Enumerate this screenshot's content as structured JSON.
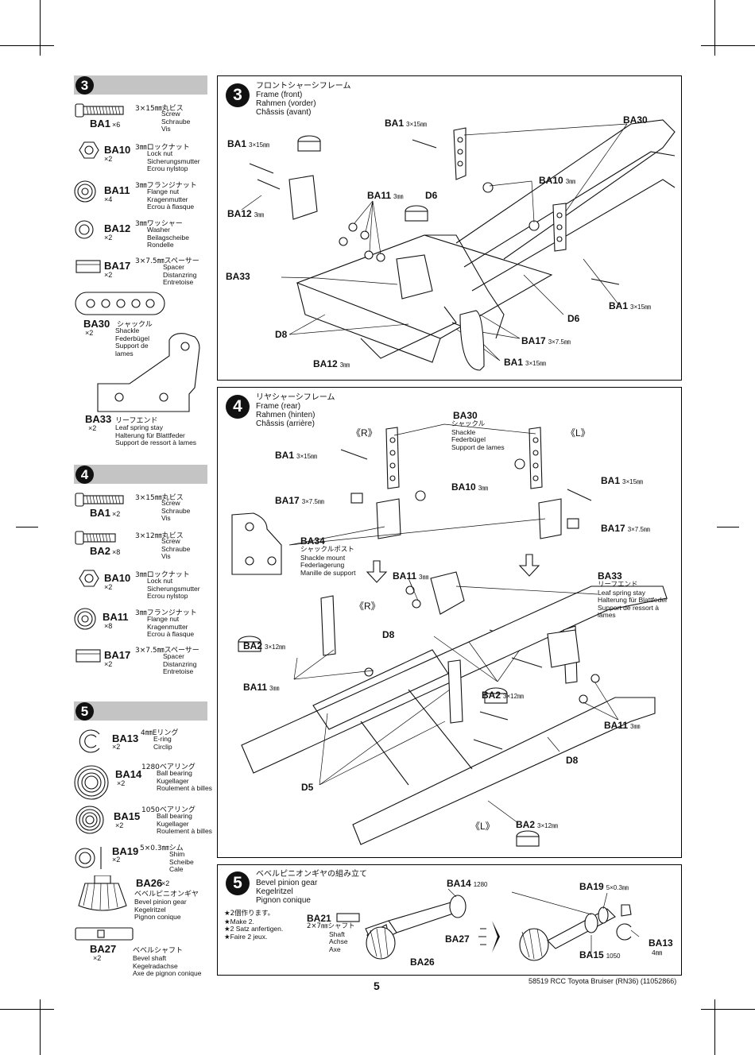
{
  "page": {
    "number": "5",
    "footer": "58519 RCC Toyota Bruiser (RN36) (11052866)"
  },
  "steps": {
    "s3": {
      "number": "3"
    },
    "s4": {
      "number": "4"
    },
    "s5": {
      "number": "5"
    }
  },
  "parts3": [
    {
      "code": "BA1",
      "qty": "×6",
      "jp": "3×15㎜丸ビス",
      "lines": [
        "Screw",
        "Schraube",
        "Vis"
      ]
    },
    {
      "code": "BA10",
      "qty": "×2",
      "jp": "3㎜ロックナット",
      "lines": [
        "Lock nut",
        "Sicherungsmutter",
        "Ecrou nylstop"
      ]
    },
    {
      "code": "BA11",
      "qty": "×4",
      "jp": "3㎜フランジナット",
      "lines": [
        "Flange nut",
        "Kragenmutter",
        "Ecrou à flasque"
      ]
    },
    {
      "code": "BA12",
      "qty": "×2",
      "jp": "3㎜ワッシャー",
      "lines": [
        "Washer",
        "Beilagscheibe",
        "Rondelle"
      ]
    },
    {
      "code": "BA17",
      "qty": "×2",
      "jp": "3×7.5㎜スペーサー",
      "lines": [
        "Spacer",
        "Distanzring",
        "Entretoise"
      ]
    },
    {
      "code": "BA30",
      "qty": "×2",
      "jp": "シャックル",
      "lines": [
        "Shackle",
        "Federbügel",
        "Support de",
        "lames"
      ]
    },
    {
      "code": "BA33",
      "qty": "×2",
      "jp": "リーフエンド",
      "lines": [
        "Leaf spring stay",
        "Halterung für Blattfeder",
        "Support de ressort à lames"
      ]
    }
  ],
  "parts4": [
    {
      "code": "BA1",
      "qty": "×2",
      "jp": "3×15㎜丸ビス",
      "lines": [
        "Screw",
        "Schraube",
        "Vis"
      ]
    },
    {
      "code": "BA2",
      "qty": "×8",
      "jp": "3×12㎜丸ビス",
      "lines": [
        "Screw",
        "Schraube",
        "Vis"
      ]
    },
    {
      "code": "BA10",
      "qty": "×2",
      "jp": "3㎜ロックナット",
      "lines": [
        "Lock nut",
        "Sicherungsmutter",
        "Ecrou nylstop"
      ]
    },
    {
      "code": "BA11",
      "qty": "×8",
      "jp": "3㎜フランジナット",
      "lines": [
        "Flange nut",
        "Kragenmutter",
        "Ecrou à flasque"
      ]
    },
    {
      "code": "BA17",
      "qty": "×2",
      "jp": "3×7.5㎜スペーサー",
      "lines": [
        "Spacer",
        "Distanzring",
        "Entretoise"
      ]
    }
  ],
  "parts5": [
    {
      "code": "BA13",
      "qty": "×2",
      "jp": "4㎜Eリング",
      "lines": [
        "E-ring",
        "Circlip"
      ]
    },
    {
      "code": "BA14",
      "qty": "×2",
      "jp": "1280ベアリング",
      "lines": [
        "Ball bearing",
        "Kugellager",
        "Roulement à billes"
      ]
    },
    {
      "code": "BA15",
      "qty": "×2",
      "jp": "1050ベアリング",
      "lines": [
        "Ball bearing",
        "Kugellager",
        "Roulement à billes"
      ]
    },
    {
      "code": "BA19",
      "qty": "×2",
      "jp": "5×0.3㎜シム",
      "lines": [
        "Shim",
        "Scheibe",
        "Cale"
      ]
    },
    {
      "code": "BA26",
      "qty": "×2",
      "jp": "ベベルピニオンギヤ",
      "lines": [
        "Bevel pinion gear",
        "Kegelritzel",
        "Pignon conique"
      ]
    },
    {
      "code": "BA27",
      "qty": "×2",
      "jp": "ベベルシャフト",
      "lines": [
        "Bevel shaft",
        "Kegelradachse",
        "Axe de pignon conique"
      ]
    }
  ],
  "panel3": {
    "jp": "フロントシャーシフレーム",
    "titles": [
      "Frame (front)",
      "Rahmen (vorder)",
      "Châssis (avant)"
    ],
    "labels": {
      "ba1_top": "BA1",
      "ba1_top_s": "3×15㎜",
      "ba1_left": "BA1",
      "ba1_left_s": "3×15㎜",
      "ba30": "BA30",
      "ba10": "BA10",
      "ba10_s": "3㎜",
      "ba11": "BA11",
      "ba11_s": "3㎜",
      "d6a": "D6",
      "ba12_top": "BA12",
      "ba12_top_s": "3㎜",
      "ba33": "BA33",
      "ba1_right": "BA1",
      "ba1_right_s": "3×15㎜",
      "d6b": "D6",
      "d8": "D8",
      "ba17": "BA17",
      "ba17_s": "3×7.5㎜",
      "ba1_bottom": "BA1",
      "ba1_bottom_s": "3×15㎜",
      "ba12_bottom": "BA12",
      "ba12_bottom_s": "3㎜"
    }
  },
  "panel4": {
    "jp": "リヤシャーシフレーム",
    "titles": [
      "Frame (rear)",
      "Rahmen (hinten)",
      "Châssis (arrière)"
    ],
    "labels": {
      "r_top": "《R》",
      "l_top": "《L》",
      "r_mid": "《R》",
      "l_bottom": "《L》",
      "ba30": "BA30",
      "ba30_lines": [
        "シャックル",
        "Shackle",
        "Federbügel",
        "Support de lames"
      ],
      "ba1_left": "BA1",
      "ba1_left_s": "3×15㎜",
      "ba10": "BA10",
      "ba10_s": "3㎜",
      "ba1_right": "BA1",
      "ba1_right_s": "3×15㎜",
      "ba17_left": "BA17",
      "ba17_left_s": "3×7.5㎜",
      "ba17_right": "BA17",
      "ba17_right_s": "3×7.5㎜",
      "ba34": "BA34",
      "ba34_lines": [
        "シャックルポスト",
        "Shackle mount",
        "Federlagerung",
        "Manille de support"
      ],
      "ba11_top": "BA11",
      "ba11_top_s": "3㎜",
      "ba33": "BA33",
      "ba33_lines": [
        "リーフエンド",
        "Leaf spring stay",
        "Halterung für Blattfeder",
        "Support de ressort à",
        "lames"
      ],
      "ba2_left": "BA2",
      "ba2_left_s": "3×12㎜",
      "d8_top": "D8",
      "ba11_left": "BA11",
      "ba11_left_s": "3㎜",
      "ba2_mid": "BA2",
      "ba2_mid_s": "3×12㎜",
      "ba11_right": "BA11",
      "ba11_right_s": "3㎜",
      "d8_right": "D8",
      "d5": "D5",
      "ba2_bottom": "BA2",
      "ba2_bottom_s": "3×12㎜"
    }
  },
  "panel5": {
    "jp": "ベベルピニオンギヤの組み立て",
    "titles": [
      "Bevel pinion gear",
      "Kegelritzel",
      "Pignon conique"
    ],
    "make2": [
      "★2個作ります。",
      "★Make 2.",
      "★2 Satz anfertigen.",
      "★Faire 2 jeux."
    ],
    "ba21": "BA21",
    "ba21_s": "2×7㎜シャフト",
    "ba21_lines": [
      "Shaft",
      "Achse",
      "Axe"
    ],
    "ba14": "BA14",
    "ba14_s": "1280",
    "ba27": "BA27",
    "ba26": "BA26",
    "ba19": "BA19",
    "ba19_s": "5×0.3㎜",
    "ba13": "BA13",
    "ba13_s": "4㎜",
    "ba15": "BA15",
    "ba15_s": "1050"
  }
}
